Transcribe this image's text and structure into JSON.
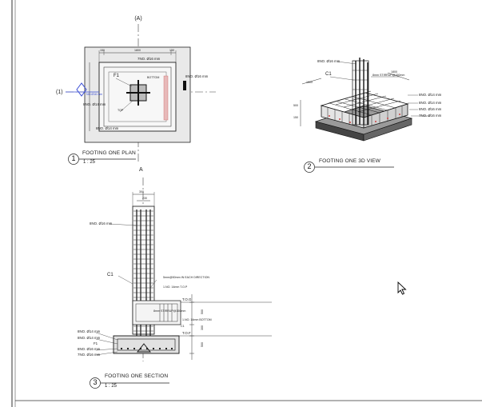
{
  "grid": {
    "a_label": "A",
    "one_label": "1"
  },
  "plan": {
    "number": "1",
    "title": "FOOTING ONE PLAN",
    "scale": "1 : 25",
    "column_tag": "F1",
    "bottom_tag": "BOTTOM",
    "top_tag": "TOP",
    "rebar_top": "7NO. Ø16 mm",
    "rebar_left": "8NO. Ø14 mm",
    "rebar_bottom": "8NO. Ø14 mm",
    "rebar_right": "8NO. Ø16 mm",
    "dims_top": [
      "150",
      "1800",
      "150"
    ],
    "selected_tag": "NO.Ø16 mm"
  },
  "view3d": {
    "number": "2",
    "title": "FOOTING ONE 3D VIEW",
    "column_tag": "C1",
    "col_rebar": "8NO. Ø16 mm",
    "stirrup": "8mm STIRRUP@150mm",
    "labels_right": [
      "8NO. Ø14 mm",
      "8NO. Ø14 mm",
      "8NO. Ø16 mm",
      "7NO. Ø16 mm"
    ],
    "dims": [
      "1800",
      "1800",
      "150",
      "500"
    ]
  },
  "section": {
    "number": "3",
    "title": "FOOTING ONE SECTION",
    "scale": "1 : 25",
    "column_tag": "C1",
    "footing_tag": "F1",
    "col_rebar": "8NO. Ø16 mm",
    "stirrup_note": "5mm@50mm IN EACH DIRECTION",
    "chair_note": "1.NO. 14mm T.O.P",
    "tog_label": "T.O.G",
    "tof_label": "T.O.F",
    "dims_top": [
      "300",
      "230"
    ],
    "labels_left": [
      "8NO. Ø14 mm",
      "8NO. Ø14 mm",
      "F1",
      "8NO. Ø16 mm",
      "7NO. Ø16 mm"
    ],
    "mid_notes": [
      "8mm STIRRUP@150mm",
      "1.NO. 14mm BOTTOM",
      "C1"
    ],
    "side_dims": [
      "500",
      "300",
      "500"
    ]
  }
}
